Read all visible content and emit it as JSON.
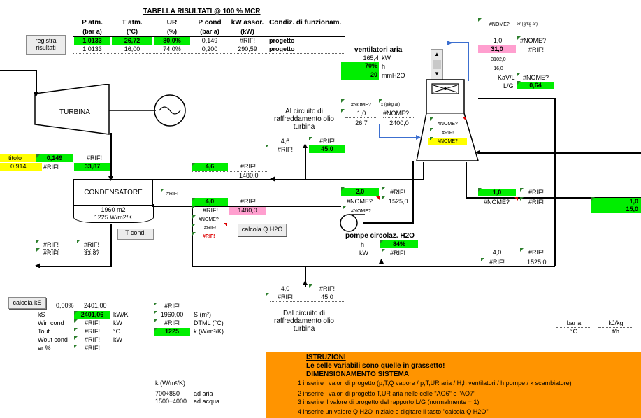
{
  "table": {
    "title": "TABELLA RISULTATI @ 100 % MCR",
    "headers": [
      "P atm.",
      "T atm.",
      "UR",
      "P cond",
      "kW assor.",
      "Condiz. di funzionam."
    ],
    "units": [
      "(bar a)",
      "(°C)",
      "(%)",
      "(bar a)",
      "(kW)"
    ],
    "row1": [
      "1,0133",
      "26,72",
      "80,0%",
      "0,149",
      "#RIF!",
      "progetto"
    ],
    "row2": [
      "1,0133",
      "16,00",
      "74,0%",
      "0,200",
      "290,59",
      "progetto"
    ]
  },
  "buttons": {
    "registra": [
      "registra",
      "risultati"
    ],
    "tcond": "T cond.",
    "calcolaQ": "calcola Q H2O",
    "calcolaKS": "calcola kS"
  },
  "turbina": "TURBINA",
  "titolo": {
    "label": "titolo",
    "value": "0,149",
    "ref": "#RIF!",
    "row2label": "0,914",
    "row2ref": "#RIF!",
    "row2val": "33,87"
  },
  "condensatore": {
    "label": "CONDENSATORE",
    "area": "1960 m2",
    "k": "1225 W/m2/K",
    "rif": "#RIF!"
  },
  "cond_below": {
    "a": "#RIF!",
    "b": "#RIF!",
    "c": "#RIF!",
    "d": "33,87"
  },
  "pipe_upper": {
    "a": "4,6",
    "b": "#RIF!",
    "c": "1480,0"
  },
  "pipe_lower": {
    "a": "4,0",
    "b": "#RIF!",
    "c": "#RIF!",
    "d": "1480,0",
    "nome": "#NOME?",
    "rif1": "#RIF!",
    "rif2": "#RIF!"
  },
  "olio_top": {
    "text": [
      "Al circuito di",
      "raffreddamento olio",
      "turbina"
    ],
    "a": "4,6",
    "b": "#RIF!",
    "c": "#RIF!",
    "d": "45,0"
  },
  "olio_bottom": {
    "text": [
      "Dal circuito di",
      "raffreddamento olio",
      "turbina"
    ],
    "a": "4,0",
    "b": "#RIF!",
    "c": "#RIF!",
    "d": "45,0"
  },
  "ventilatori": {
    "title": "ventilatori aria",
    "kw_val": "165,4",
    "kw_unit": "kW",
    "eff": "70%",
    "eff_unit": "h",
    "dp": "20",
    "dp_unit": "mmH2O"
  },
  "tower_in": {
    "nome": "#NOME?",
    "unit": "x (g/kg ar)",
    "a": "1,0",
    "b": "#NOME?",
    "c": "26,7",
    "d": "2400,0"
  },
  "tower_top": {
    "nome": "#NOME?",
    "unit": "xr (g/kg ar)",
    "a": "1,0",
    "b": "#NOME?",
    "c": "31,0",
    "d": "#RIF!",
    "e": "3102,0",
    "f": "16,0",
    "kav": "KaV/L",
    "kav_val": "#NOME?",
    "lg": "L/G",
    "lg_val": "0,64"
  },
  "tower_inner": {
    "a": "#NOME?",
    "b": "#RIF!",
    "c": "#NOME?"
  },
  "pump": {
    "a": "2,0",
    "b": "#RIF!",
    "c": "#NOME?",
    "d": "1525,0",
    "nome": "#NOME?",
    "title": "pompe circolaz. H2O",
    "h": "h",
    "eff": "84%",
    "kw": "kW",
    "kwval": "#RIF!"
  },
  "tower_right": {
    "a": "1,0",
    "b": "#RIF!",
    "c": "#NOME?",
    "d": "#RIF!"
  },
  "return_right": {
    "a": "4,0",
    "b": "#RIF!",
    "c": "#RIF!",
    "d": "1525,0"
  },
  "far_right": {
    "a": "1,0",
    "b": "15,0"
  },
  "ks_block": {
    "pct": "0,00%",
    "pctval": "2401,00",
    "rows": [
      {
        "label": "kS",
        "val": "2401,06",
        "unit": "kW/K"
      },
      {
        "label": "Win cond",
        "val": "#RIF!",
        "unit": "kW"
      },
      {
        "label": "Tout",
        "val": "#RIF!",
        "unit": "°C"
      },
      {
        "label": "Wout cond",
        "val": "#RIF!",
        "unit": "kW"
      },
      {
        "label": "er %",
        "val": "#RIF!",
        "unit": ""
      }
    ]
  },
  "s_block": {
    "rows": [
      {
        "val": "#RIF!",
        "unit": ""
      },
      {
        "val": "1960,00",
        "unit": "S (m²)"
      },
      {
        "val": "#RIF!",
        "unit": "DTML (°C)"
      },
      {
        "val": "1225",
        "unit": "k (W/m²/K)"
      }
    ]
  },
  "kref": {
    "title": "k (W/m²/K)",
    "r1a": "700÷850",
    "r1b": "ad aria",
    "r2a": "1500÷4000",
    "r2b": "ad acqua"
  },
  "units_right": {
    "a": "bar a",
    "b": "kJ/kg",
    "c": "°C",
    "d": "t/h"
  },
  "istruzioni": {
    "title": "ISTRUZIONI",
    "l1": "Le celle variabili sono quelle in grassetto!",
    "l2": "DIMENSIONAMENTO SISTEMA",
    "items": [
      "1  inserire i valori di progetto (p,T,Q vapore / p,T,UR aria / H,h ventilatori / h pompe / k scambiatore)",
      "2  inserire i valori di progetto T,UR aria nelle celle \"AO6\" e \"AO7\"",
      "3  inserire il valore di progetto del rapporto L/G (normalmente = 1)",
      "4  inserire un valore Q H2O iniziale e digitare il tasto \"calcola Q H2O\""
    ]
  }
}
